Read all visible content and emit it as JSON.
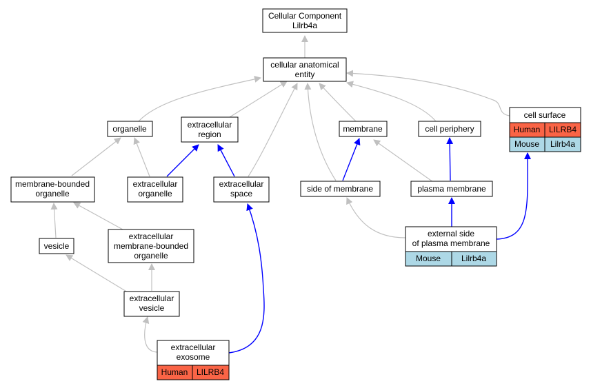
{
  "colors": {
    "gray_edge": "#c0c0c0",
    "blue_edge": "#0000ff",
    "human_cell": "#fa6446",
    "mouse_cell": "#add8e6"
  },
  "nodes": {
    "root": [
      "Cellular Component",
      "Lilrb4a"
    ],
    "cae": [
      "cellular anatomical",
      "entity"
    ],
    "organelle": [
      "organelle"
    ],
    "ecr": [
      "extracellular",
      "region"
    ],
    "membrane": [
      "membrane"
    ],
    "cellper": [
      "cell periphery"
    ],
    "cellsurf": [
      "cell surface"
    ],
    "mbo": [
      "membrane-bounded",
      "organelle"
    ],
    "eco": [
      "extracellular",
      "organelle"
    ],
    "ecs": [
      "extracellular",
      "space"
    ],
    "sideofmem": [
      "side of membrane"
    ],
    "plasma": [
      "plasma membrane"
    ],
    "vesicle": [
      "vesicle"
    ],
    "ecmbo": [
      "extracellular",
      "membrane-bounded",
      "organelle"
    ],
    "extside": [
      "external side",
      "of plasma membrane"
    ],
    "ecv": [
      "extracellular",
      "vesicle"
    ],
    "exosome": [
      "extracellular",
      "exosome"
    ]
  },
  "species_rows": {
    "cellsurf": [
      [
        "Human",
        "LILRB4"
      ],
      [
        "Mouse",
        "Lilrb4a"
      ]
    ],
    "extside": [
      [
        "Mouse",
        "Lilrb4a"
      ]
    ],
    "exosome": [
      [
        "Human",
        "LILRB4"
      ]
    ]
  }
}
